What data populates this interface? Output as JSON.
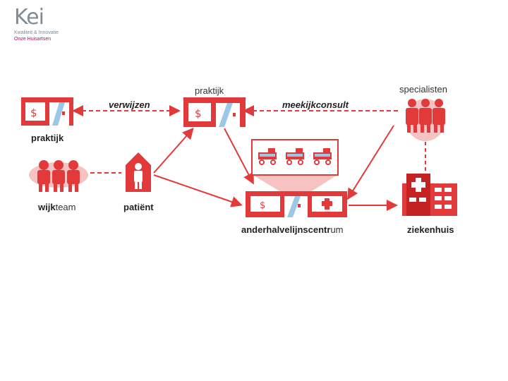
{
  "logo": {
    "mark": "Kei",
    "line1": "Kwaliteit & Innovatie",
    "line2": "Onze Huisartsen"
  },
  "labels": {
    "praktijk_top": "praktijk",
    "praktijk_left": "praktijk",
    "specialisten": "specialisten",
    "verwijzen": "verwijzen",
    "meekijkconsult": "meekijkconsult",
    "wijkteam_bold": "wijk",
    "wijkteam_rest": "team",
    "patient": "patiënt",
    "centrum_a": "anderhalvelijns",
    "centrum_b": "centr",
    "centrum_c": "um",
    "ziekenhuis": "ziekenhuis"
  },
  "colors": {
    "red": "#e23a3a",
    "dark_red": "#c42323",
    "pink": "#f6c2c2",
    "glass": "#9bc8e6"
  },
  "icons": {
    "practice": "practice-building-icon",
    "people": "people-group-icon",
    "patient": "patient-house-icon",
    "hospital": "hospital-icon",
    "beds": "hospital-bed-icon"
  }
}
